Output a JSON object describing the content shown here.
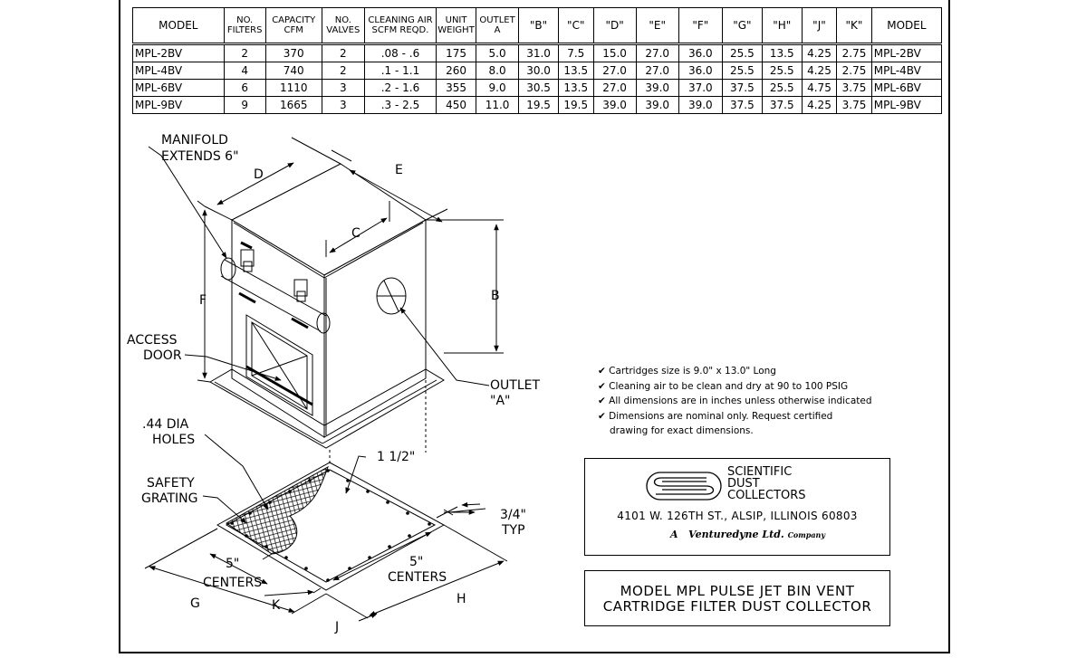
{
  "table": {
    "headers": [
      "MODEL",
      "NO. FILTERS",
      "CAPACITY CFM",
      "NO. VALVES",
      "CLEANING AIR SCFM REQD.",
      "UNIT WEIGHT",
      "OUTLET A",
      "\"B\"",
      "\"C\"",
      "\"D\"",
      "\"E\"",
      "\"F\"",
      "\"G\"",
      "\"H\"",
      "\"J\"",
      "\"K\"",
      "MODEL"
    ],
    "rows": [
      [
        "MPL-2BV",
        "2",
        "370",
        "2",
        ".08 - .6",
        "175",
        "5.0",
        "31.0",
        "7.5",
        "15.0",
        "27.0",
        "36.0",
        "25.5",
        "13.5",
        "4.25",
        "2.75",
        "MPL-2BV"
      ],
      [
        "MPL-4BV",
        "4",
        "740",
        "2",
        ".1 - 1.1",
        "260",
        "8.0",
        "30.0",
        "13.5",
        "27.0",
        "27.0",
        "36.0",
        "25.5",
        "25.5",
        "4.25",
        "2.75",
        "MPL-4BV"
      ],
      [
        "MPL-6BV",
        "6",
        "1110",
        "3",
        ".2 - 1.6",
        "355",
        "9.0",
        "30.5",
        "13.5",
        "27.0",
        "39.0",
        "37.0",
        "37.5",
        "25.5",
        "4.75",
        "3.75",
        "MPL-6BV"
      ],
      [
        "MPL-9BV",
        "9",
        "1665",
        "3",
        ".3 - 2.5",
        "450",
        "11.0",
        "19.5",
        "19.5",
        "39.0",
        "39.0",
        "39.0",
        "37.5",
        "37.5",
        "4.25",
        "3.75",
        "MPL-9BV"
      ]
    ]
  },
  "labels": {
    "manifold_1": "MANIFOLD",
    "manifold_2": "EXTENDS 6\"",
    "dim_d": "D",
    "dim_e": "E",
    "dim_c": "C",
    "dim_b": "B",
    "dim_f": "F",
    "access_1": "ACCESS",
    "access_2": "DOOR",
    "outlet_1": "OUTLET",
    "outlet_2": "\"A\"",
    "holes_1": ".44 DIA",
    "holes_2": "HOLES",
    "safety_1": "SAFETY",
    "safety_2": "GRATING",
    "one_half": "1 1/2\"",
    "three_quarter": "3/4\"",
    "typ": "TYP",
    "five_left": "5\"",
    "centers_left": "CENTERS",
    "five_right": "5\"",
    "centers_right": "CENTERS",
    "dim_g": "G",
    "dim_k": "K",
    "dim_h": "H",
    "dim_j": "J"
  },
  "notes": [
    "Cartridges size is 9.0\" x 13.0\" Long",
    "Cleaning air to be clean and dry at 90 to 100 PSIG",
    "All dimensions are in inches unless otherwise indicated",
    "Dimensions are nominal only. Request certified",
    "drawing for exact dimensions."
  ],
  "company": {
    "line1": "SCIENTIFIC",
    "line2": "DUST",
    "line3": "COLLECTORS",
    "address": "4101 W. 126TH ST., ALSIP, ILLINOIS 60803",
    "sig_a": "A",
    "sig_name": "Venturedyne",
    "sig_ltd": "Ltd.",
    "sig_company": "Company"
  },
  "title": {
    "line1": "MODEL MPL PULSE JET BIN VENT",
    "line2": "CARTRIDGE FILTER DUST COLLECTOR"
  }
}
